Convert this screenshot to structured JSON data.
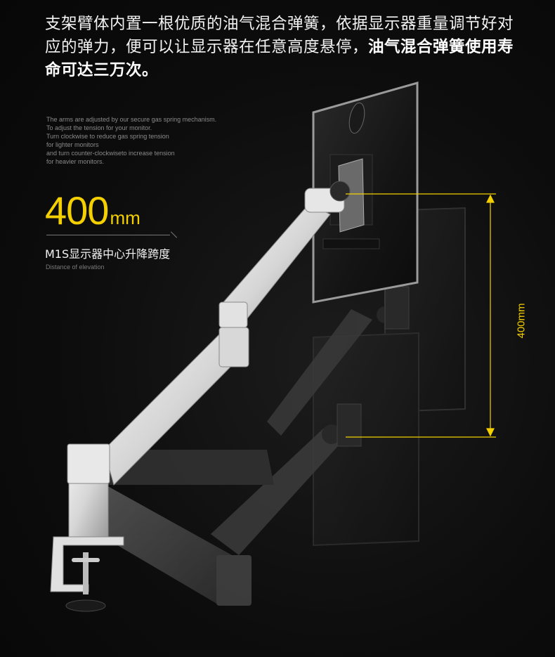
{
  "headline": {
    "regular": "支架臂体内置一根优质的油气混合弹簧，依据显示器重量调节好对应的弹力，便可以让显示器在任意高度悬停，",
    "bold": "油气混合弹簧使用寿命可达三万次。"
  },
  "english_note": [
    "The arms are adjusted by our secure gas spring mechanism.",
    "To adjust the tension for your monitor.",
    "Turn clockwise to reduce gas spring tension",
    "for lighter monitors",
    "and turn counter-clockwiseto increase tension",
    "for heavier monitors."
  ],
  "elevation": {
    "value": "400",
    "unit": "mm",
    "title": "M1S显示器中心升降跨度",
    "subtitle_en": "Distance of elevation",
    "dimension_label": "400mm"
  },
  "colors": {
    "accent": "#f4d000",
    "background": "#0b0b0b",
    "arm_silver": "#dcdcdc",
    "arm_ghost": "#4a4a4a"
  },
  "icons": {
    "monitor": "monitor-icon",
    "arm": "monitor-arm-icon",
    "clamp": "desk-clamp-icon"
  }
}
